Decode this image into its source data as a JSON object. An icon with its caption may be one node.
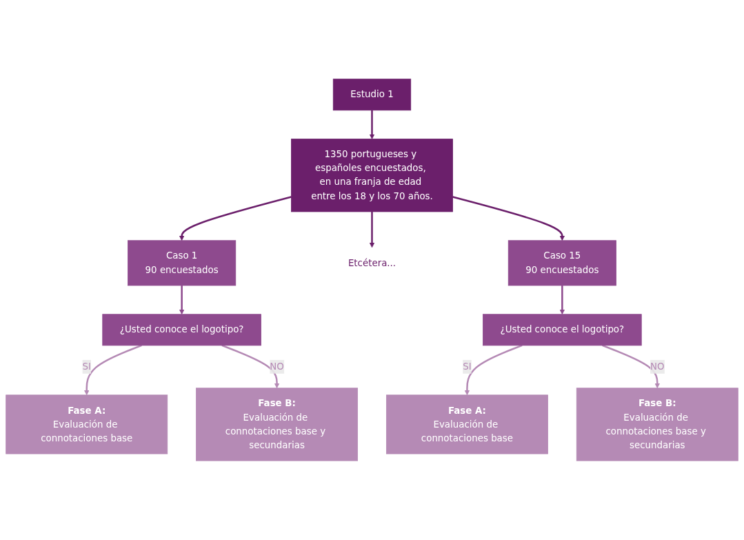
{
  "diagram": {
    "nodes": [
      {
        "text": [
          "Estudio 1"
        ]
      },
      {
        "text": [
          "1350 portugueses y españoles encuestados, en una franja de edad entre los 18 y los 70 años."
        ]
      },
      {
        "text": [
          "Caso 1",
          "90 encuestados"
        ]
      },
      {
        "text": [
          "Etcétera..."
        ]
      },
      {
        "text": [
          "Caso 15",
          "90 encuestados"
        ]
      },
      {
        "text": [
          "¿Usted conoce el logotipo?"
        ]
      },
      {
        "text": [
          "¿Usted conoce el logotipo?"
        ]
      },
      {
        "text": [
          "Fase A:",
          "Evaluación de connotaciones base"
        ]
      },
      {
        "text": [
          "Fase B:",
          "Evaluación de connotaciones base y secundarias"
        ]
      },
      {
        "text": [
          "Fase A:",
          "Evaluación de connotaciones base"
        ]
      },
      {
        "text": [
          "Fase B:",
          "Evaluación de connotaciones base y secundarias"
        ]
      }
    ],
    "edges": [
      {
        "from": 0,
        "to": 1,
        "arrow": "to"
      },
      {
        "from": 1,
        "to": 2,
        "arrow": "to"
      },
      {
        "from": 1,
        "to": 3,
        "arrow": "to"
      },
      {
        "from": 1,
        "to": 4,
        "arrow": "to"
      },
      {
        "from": 2,
        "to": 5,
        "arrow": "to",
        "color": "#8e4a8e"
      },
      {
        "from": 4,
        "to": 6,
        "arrow": "to",
        "color": "#8e4a8e"
      },
      {
        "from": 5,
        "to": 7,
        "arrow": "to",
        "label": "SI",
        "color": "#b58ab5"
      },
      {
        "from": 5,
        "to": 8,
        "arrow": "to",
        "label": "NO",
        "color": "#b58ab5"
      },
      {
        "from": 6,
        "to": 9,
        "arrow": "to",
        "label": "SI",
        "color": "#b58ab5"
      },
      {
        "from": 6,
        "to": 10,
        "arrow": "to",
        "label": "NO",
        "color": "#b58ab5"
      }
    ]
  }
}
